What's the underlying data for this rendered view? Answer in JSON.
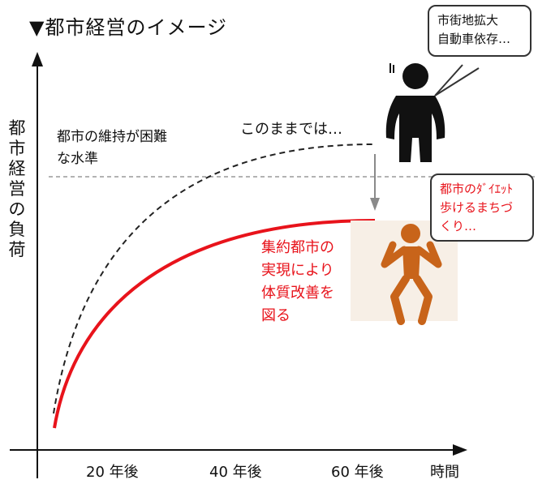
{
  "title": "▼都市経営のイメージ",
  "y_axis_label": [
    "都",
    "市",
    "経",
    "営",
    "の",
    "負",
    "荷"
  ],
  "x_axis_label": "時間",
  "ticks": [
    "20 年後",
    "40 年後",
    "60 年後"
  ],
  "threshold_text": [
    "都市の維持が困難",
    "な水準"
  ],
  "current_trend_text": "このままでは…",
  "improved_text": [
    "集約都市の",
    "実現により",
    "体質改善を",
    "図る"
  ],
  "bubble_top": [
    "市街地拡大",
    "自動車依存…"
  ],
  "bubble_bottom": [
    "都市のﾀﾞｲｴｯﾄ",
    "歩けるまちづ",
    "くり…"
  ],
  "colors": {
    "improved_curve": "#e8131b",
    "current_curve": "#222222",
    "threshold_line": "#9a9a9a",
    "heavy_figure": "#111111",
    "slim_figure": "#c8641a",
    "slim_figure_bg": "#f7efe6"
  },
  "icons": {
    "heavy_figure": "person-icon",
    "slim_figure": "exercising-person-icon"
  }
}
